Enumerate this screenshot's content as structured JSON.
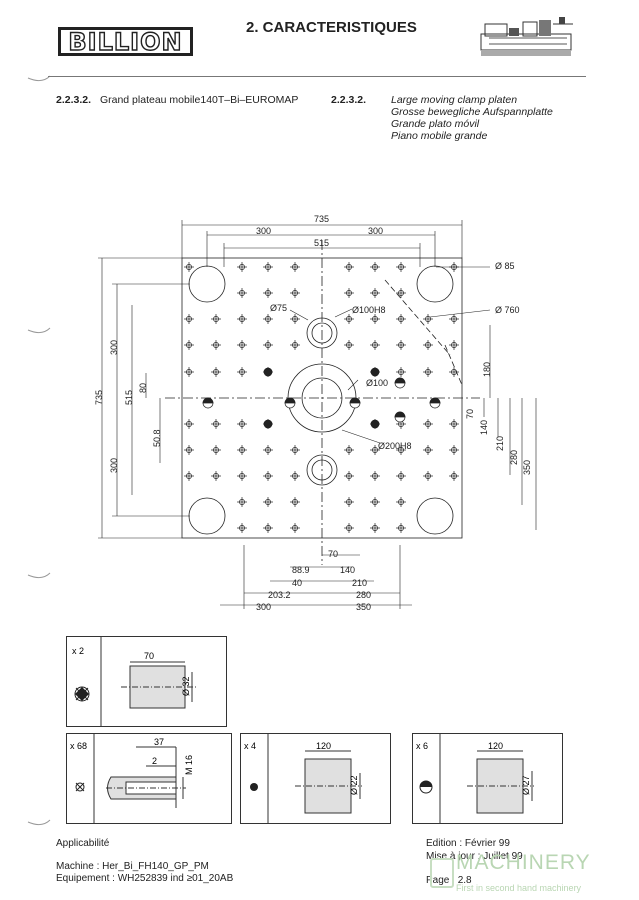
{
  "header": {
    "logo_text": "BILLION",
    "title": "2.  CARACTERISTIQUES"
  },
  "section": {
    "number_left": "2.2.3.2.",
    "title_fr": "Grand plateau mobile140T–Bi–EUROMAP",
    "number_right": "2.2.3.2.",
    "translations": [
      "Large moving clamp platen",
      "Grosse bewegliche Aufspannplatte",
      "Grande plato móvil",
      "Piano mobile grande"
    ]
  },
  "drawing": {
    "dims_top": [
      "735",
      "300",
      "515",
      "300"
    ],
    "dims_left": [
      "735",
      "300",
      "515",
      "80",
      "50.8",
      "300"
    ],
    "dims_right": [
      "180",
      "70",
      "140",
      "210",
      "280",
      "350"
    ],
    "dims_bottom": [
      "70",
      "88.9",
      "140",
      "40",
      "210",
      "203.2",
      "280",
      "300",
      "350"
    ],
    "callouts": [
      "Ø 85",
      "Ø 760",
      "Ø75",
      "Ø100H8",
      "Ø100",
      "Ø200H8"
    ]
  },
  "details": [
    {
      "qty": "x 2",
      "dims": [
        "70",
        "Ø 32"
      ]
    },
    {
      "qty": "x 68",
      "dims": [
        "37",
        "2",
        "M 16"
      ]
    },
    {
      "qty": "x 4",
      "dims": [
        "120",
        "Ø 22"
      ]
    },
    {
      "qty": "x 6",
      "dims": [
        "120",
        "Ø 27"
      ]
    }
  ],
  "footer": {
    "applicability": "Applicabilité",
    "machine": "Machine : Her_Bi_FH140_GP_PM",
    "equipment": "Equipement : WH252839 ind ≥0​1_20AB",
    "edition": "Edition : Février 99",
    "update": "Mise à jour : Juillet 99",
    "page": "Page : 2.8"
  },
  "watermark": {
    "brand": "MACHINERY",
    "tagline": "First in second hand machinery"
  }
}
